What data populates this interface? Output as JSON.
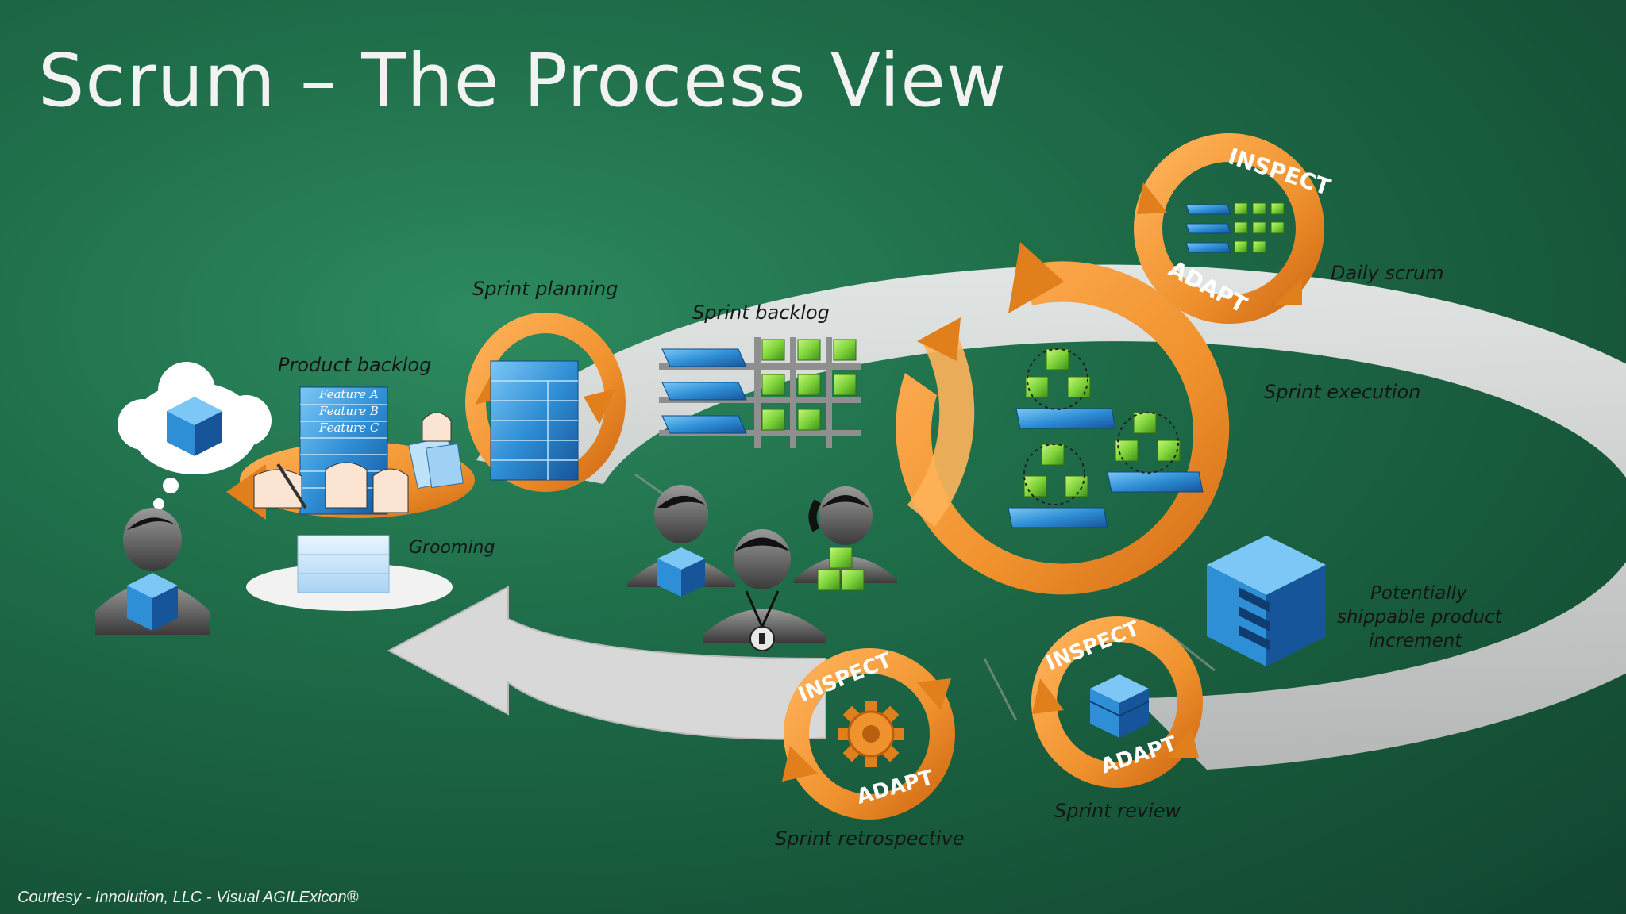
{
  "slide": {
    "title": "Scrum – The Process View",
    "credit": "Courtesy - Innolution, LLC - Visual AGILExicon®"
  },
  "labels": {
    "product_backlog": "Product backlog",
    "features": [
      "Feature A",
      "Feature B",
      "Feature C"
    ],
    "grooming": "Grooming",
    "sprint_planning": "Sprint planning",
    "sprint_backlog": "Sprint backlog",
    "daily_scrum": "Daily scrum",
    "sprint_execution": "Sprint execution",
    "increment_lines": [
      "Potentially",
      "shippable product",
      "increment"
    ],
    "sprint_review": "Sprint review",
    "sprint_retrospective": "Sprint retrospective"
  },
  "cycle_text": {
    "inspect": "INSPECT",
    "adapt": "ADAPT"
  },
  "colors": {
    "background": "#1f6e4a",
    "cycle_orange": "#f0922e",
    "path_gray": "#d4d4d4",
    "cube_blue": "#2f8fd6",
    "cube_green": "#7fd43a"
  },
  "icons": [
    "thought-cloud-icon",
    "person-icon",
    "gear-icon",
    "cube-icon",
    "whistle-icon"
  ]
}
